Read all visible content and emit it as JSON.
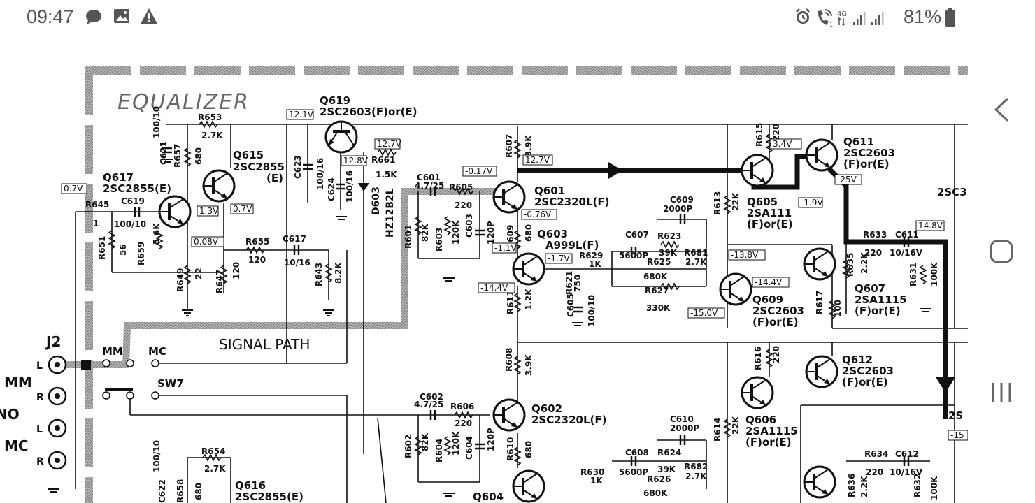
{
  "status_bar": {
    "time": "09:47",
    "battery_percent": "81%",
    "network_label": "4G",
    "left_icons": [
      "chat-bubble-icon",
      "image-icon",
      "warning-icon"
    ],
    "right_icons": [
      "alarm-icon",
      "wifi-call-icon",
      "data-arrows-icon",
      "signal-1-icon",
      "signal-2-icon",
      "battery-icon"
    ]
  },
  "nav_bar": {
    "buttons": [
      "back",
      "home",
      "recent-apps"
    ]
  },
  "schematic": {
    "title": "EQUALIZER",
    "signal_path_label": "SIGNAL PATH",
    "jack_label": "J2",
    "left_labels": [
      "MM",
      "NO",
      "MC"
    ],
    "switch_labels": [
      "MM",
      "MC",
      "SW7"
    ],
    "jack_pins": [
      "L",
      "R",
      "L",
      "R"
    ],
    "transistors": [
      {
        "ref": "Q619",
        "type": "2SC2603(F)or(E)"
      },
      {
        "ref": "Q615",
        "type": "2SC2855",
        "suffix": "(E)"
      },
      {
        "ref": "Q617",
        "type": "2SC2855(E)"
      },
      {
        "ref": "Q601",
        "type": "2SC2320L(F)"
      },
      {
        "ref": "Q603",
        "type": "A999L(F)"
      },
      {
        "ref": "Q605",
        "type": "2SA111",
        "suffix": "(F)or(E)"
      },
      {
        "ref": "Q611",
        "type": "2SC2603",
        "suffix": "(F)or(E)"
      },
      {
        "ref": "Q609",
        "type": "2SC2603",
        "suffix": "(F)or(E)"
      },
      {
        "ref": "Q607",
        "type": "2SA1115",
        "suffix": "(F)or(E)"
      },
      {
        "ref": "Q602",
        "type": "2SC2320L(F)"
      },
      {
        "ref": "Q606",
        "type": "2SA1115",
        "suffix": "(F)or(E)"
      },
      {
        "ref": "Q612",
        "type": "2SC2603",
        "suffix": "(F)or(E)"
      },
      {
        "ref": "Q616",
        "type": "2SC2855(E)"
      },
      {
        "ref": "Q604",
        "type": ""
      }
    ],
    "components": [
      {
        "ref": "R653",
        "value": "2.7K"
      },
      {
        "ref": "C621",
        "value": "100/10"
      },
      {
        "ref": "R657",
        "value": "680"
      },
      {
        "ref": "R645",
        "value": "1"
      },
      {
        "ref": "C619",
        "value": "100/10"
      },
      {
        "ref": "R651",
        "value": "56"
      },
      {
        "ref": "R659",
        "value": "5.6K"
      },
      {
        "ref": "R649",
        "value": "22"
      },
      {
        "ref": "R647",
        "value": "120"
      },
      {
        "ref": "R655",
        "value": "120"
      },
      {
        "ref": "C617",
        "value": "10/16"
      },
      {
        "ref": "R643",
        "value": "8.2K"
      },
      {
        "ref": "C623",
        "value": "100/16"
      },
      {
        "ref": "C624",
        "value": "100/16"
      },
      {
        "ref": "R661",
        "value": "1.5K"
      },
      {
        "ref": "D603",
        "value": "HZ12B2L"
      },
      {
        "ref": "C601",
        "value": "4.7/25"
      },
      {
        "ref": "R605",
        "value": "220"
      },
      {
        "ref": "R601",
        "value": "82K"
      },
      {
        "ref": "R603",
        "value": "120K"
      },
      {
        "ref": "C603",
        "value": "120P"
      },
      {
        "ref": "R607",
        "value": "3.9K"
      },
      {
        "ref": "R609",
        "value": "680"
      },
      {
        "ref": "R615",
        "value": "220"
      },
      {
        "ref": "R613",
        "value": "22K"
      },
      {
        "ref": "C609",
        "value": "2000P"
      },
      {
        "ref": "C607",
        "value": "5600P"
      },
      {
        "ref": "R623",
        "value": "39K"
      },
      {
        "ref": "R681",
        "value": "2.7K"
      },
      {
        "ref": "R625",
        "value": "680K"
      },
      {
        "ref": "R627",
        "value": "330K"
      },
      {
        "ref": "R629",
        "value": "1K"
      },
      {
        "ref": "R621",
        "value": "750"
      },
      {
        "ref": "C605",
        "value": "100/10"
      },
      {
        "ref": "R611",
        "value": "1.2K"
      },
      {
        "ref": "R617",
        "value": "100"
      },
      {
        "ref": "R633",
        "value": "220"
      },
      {
        "ref": "C611",
        "value": "10/16V"
      },
      {
        "ref": "R635",
        "value": "2.2K"
      },
      {
        "ref": "R631",
        "value": "100K"
      },
      {
        "ref": "R608",
        "value": "3.9K"
      },
      {
        "ref": "R616",
        "value": "220"
      },
      {
        "ref": "C602",
        "value": "4.7/25"
      },
      {
        "ref": "R606",
        "value": "220"
      },
      {
        "ref": "R602",
        "value": "82K"
      },
      {
        "ref": "R604",
        "value": "120K"
      },
      {
        "ref": "C604",
        "value": "120P"
      },
      {
        "ref": "R610",
        "value": "680"
      },
      {
        "ref": "R614",
        "value": "22K"
      },
      {
        "ref": "C610",
        "value": "2000P"
      },
      {
        "ref": "C608",
        "value": "5600P"
      },
      {
        "ref": "R624",
        "value": "39K"
      },
      {
        "ref": "R682",
        "value": "2.7K"
      },
      {
        "ref": "R626",
        "value": "680K"
      },
      {
        "ref": "R630",
        "value": "1K"
      },
      {
        "ref": "R634",
        "value": "220"
      },
      {
        "ref": "C612",
        "value": "10/16V"
      },
      {
        "ref": "R636",
        "value": "2.2K"
      },
      {
        "ref": "R632",
        "value": "100K"
      },
      {
        "ref": "R654",
        "value": "2.7K"
      },
      {
        "ref": "C622",
        "value": "100/10"
      },
      {
        "ref": "R658",
        "value": "680"
      }
    ],
    "voltages": [
      "0.7V",
      "12.1V",
      "12.7V",
      "12.8V",
      "1.3V",
      "0.7V",
      "0.08V",
      "-0.17V",
      "12.7V",
      "-0.76V",
      "-1.1V",
      "-1.7V",
      "-14.4V",
      "3.4V",
      "-1.9V",
      "-25V",
      "-13.8V",
      "-14.4V",
      "-15.0V",
      "14.8V",
      "-15"
    ],
    "edge_texts": [
      "2SC3",
      "2S"
    ]
  },
  "colors": {
    "ink": "#111111",
    "status_text": "#555555",
    "background": "#ffffff",
    "path_gray": "#8a8a8a"
  }
}
